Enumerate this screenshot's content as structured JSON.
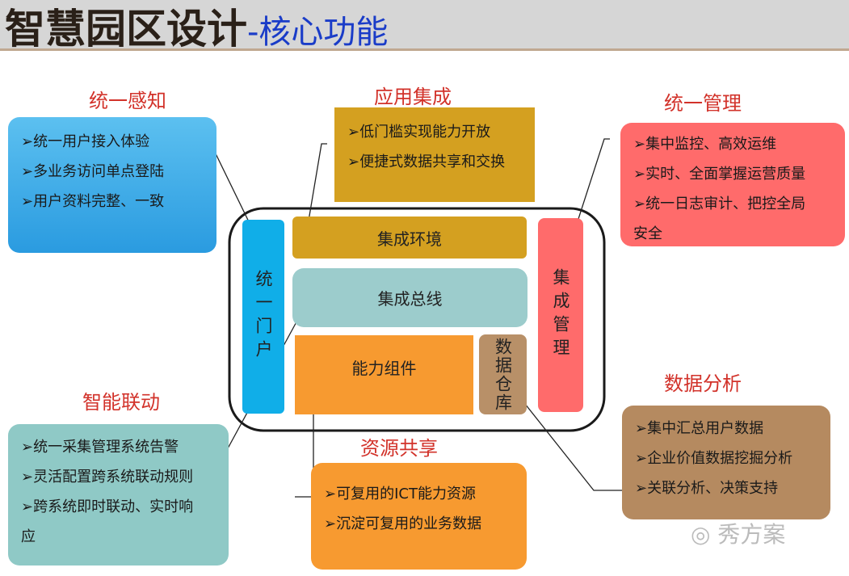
{
  "title": {
    "main": "智慧园区设计",
    "sub": "-核心功能"
  },
  "sections": {
    "perception": {
      "label": "统一感知",
      "items": [
        "➢统一用户接入体验",
        "➢多业务访问单点登陆",
        "➢用户资料完整、一致"
      ]
    },
    "integration": {
      "label": "应用集成",
      "items": [
        "➢低门槛实现能力开放",
        "➢便捷式数据共享和交换"
      ]
    },
    "management": {
      "label": "统一管理",
      "items": [
        "➢集中监控、高效运维",
        "➢实时、全面掌握运营质量",
        "➢统一日志审计、把控全局",
        "安全"
      ]
    },
    "linkage": {
      "label": "智能联动",
      "items": [
        "➢统一采集管理系统告警",
        "➢灵活配置跨系统联动规则",
        "➢跨系统即时联动、实时响",
        "应"
      ]
    },
    "sharing": {
      "label": "资源共享",
      "items": [
        "➢可复用的ICT能力资源",
        "➢沉淀可复用的业务数据"
      ]
    },
    "analysis": {
      "label": "数据分析",
      "items": [
        "➢集中汇总用户数据",
        "➢企业价值数据挖掘分析",
        "➢关联分析、决策支持"
      ]
    }
  },
  "core": {
    "portal": "统一门户",
    "env": "集成环境",
    "bus": "集成总线",
    "components": "能力组件",
    "warehouse": "数据仓库",
    "mgmt": "集成管理"
  },
  "watermark": "秀方案"
}
